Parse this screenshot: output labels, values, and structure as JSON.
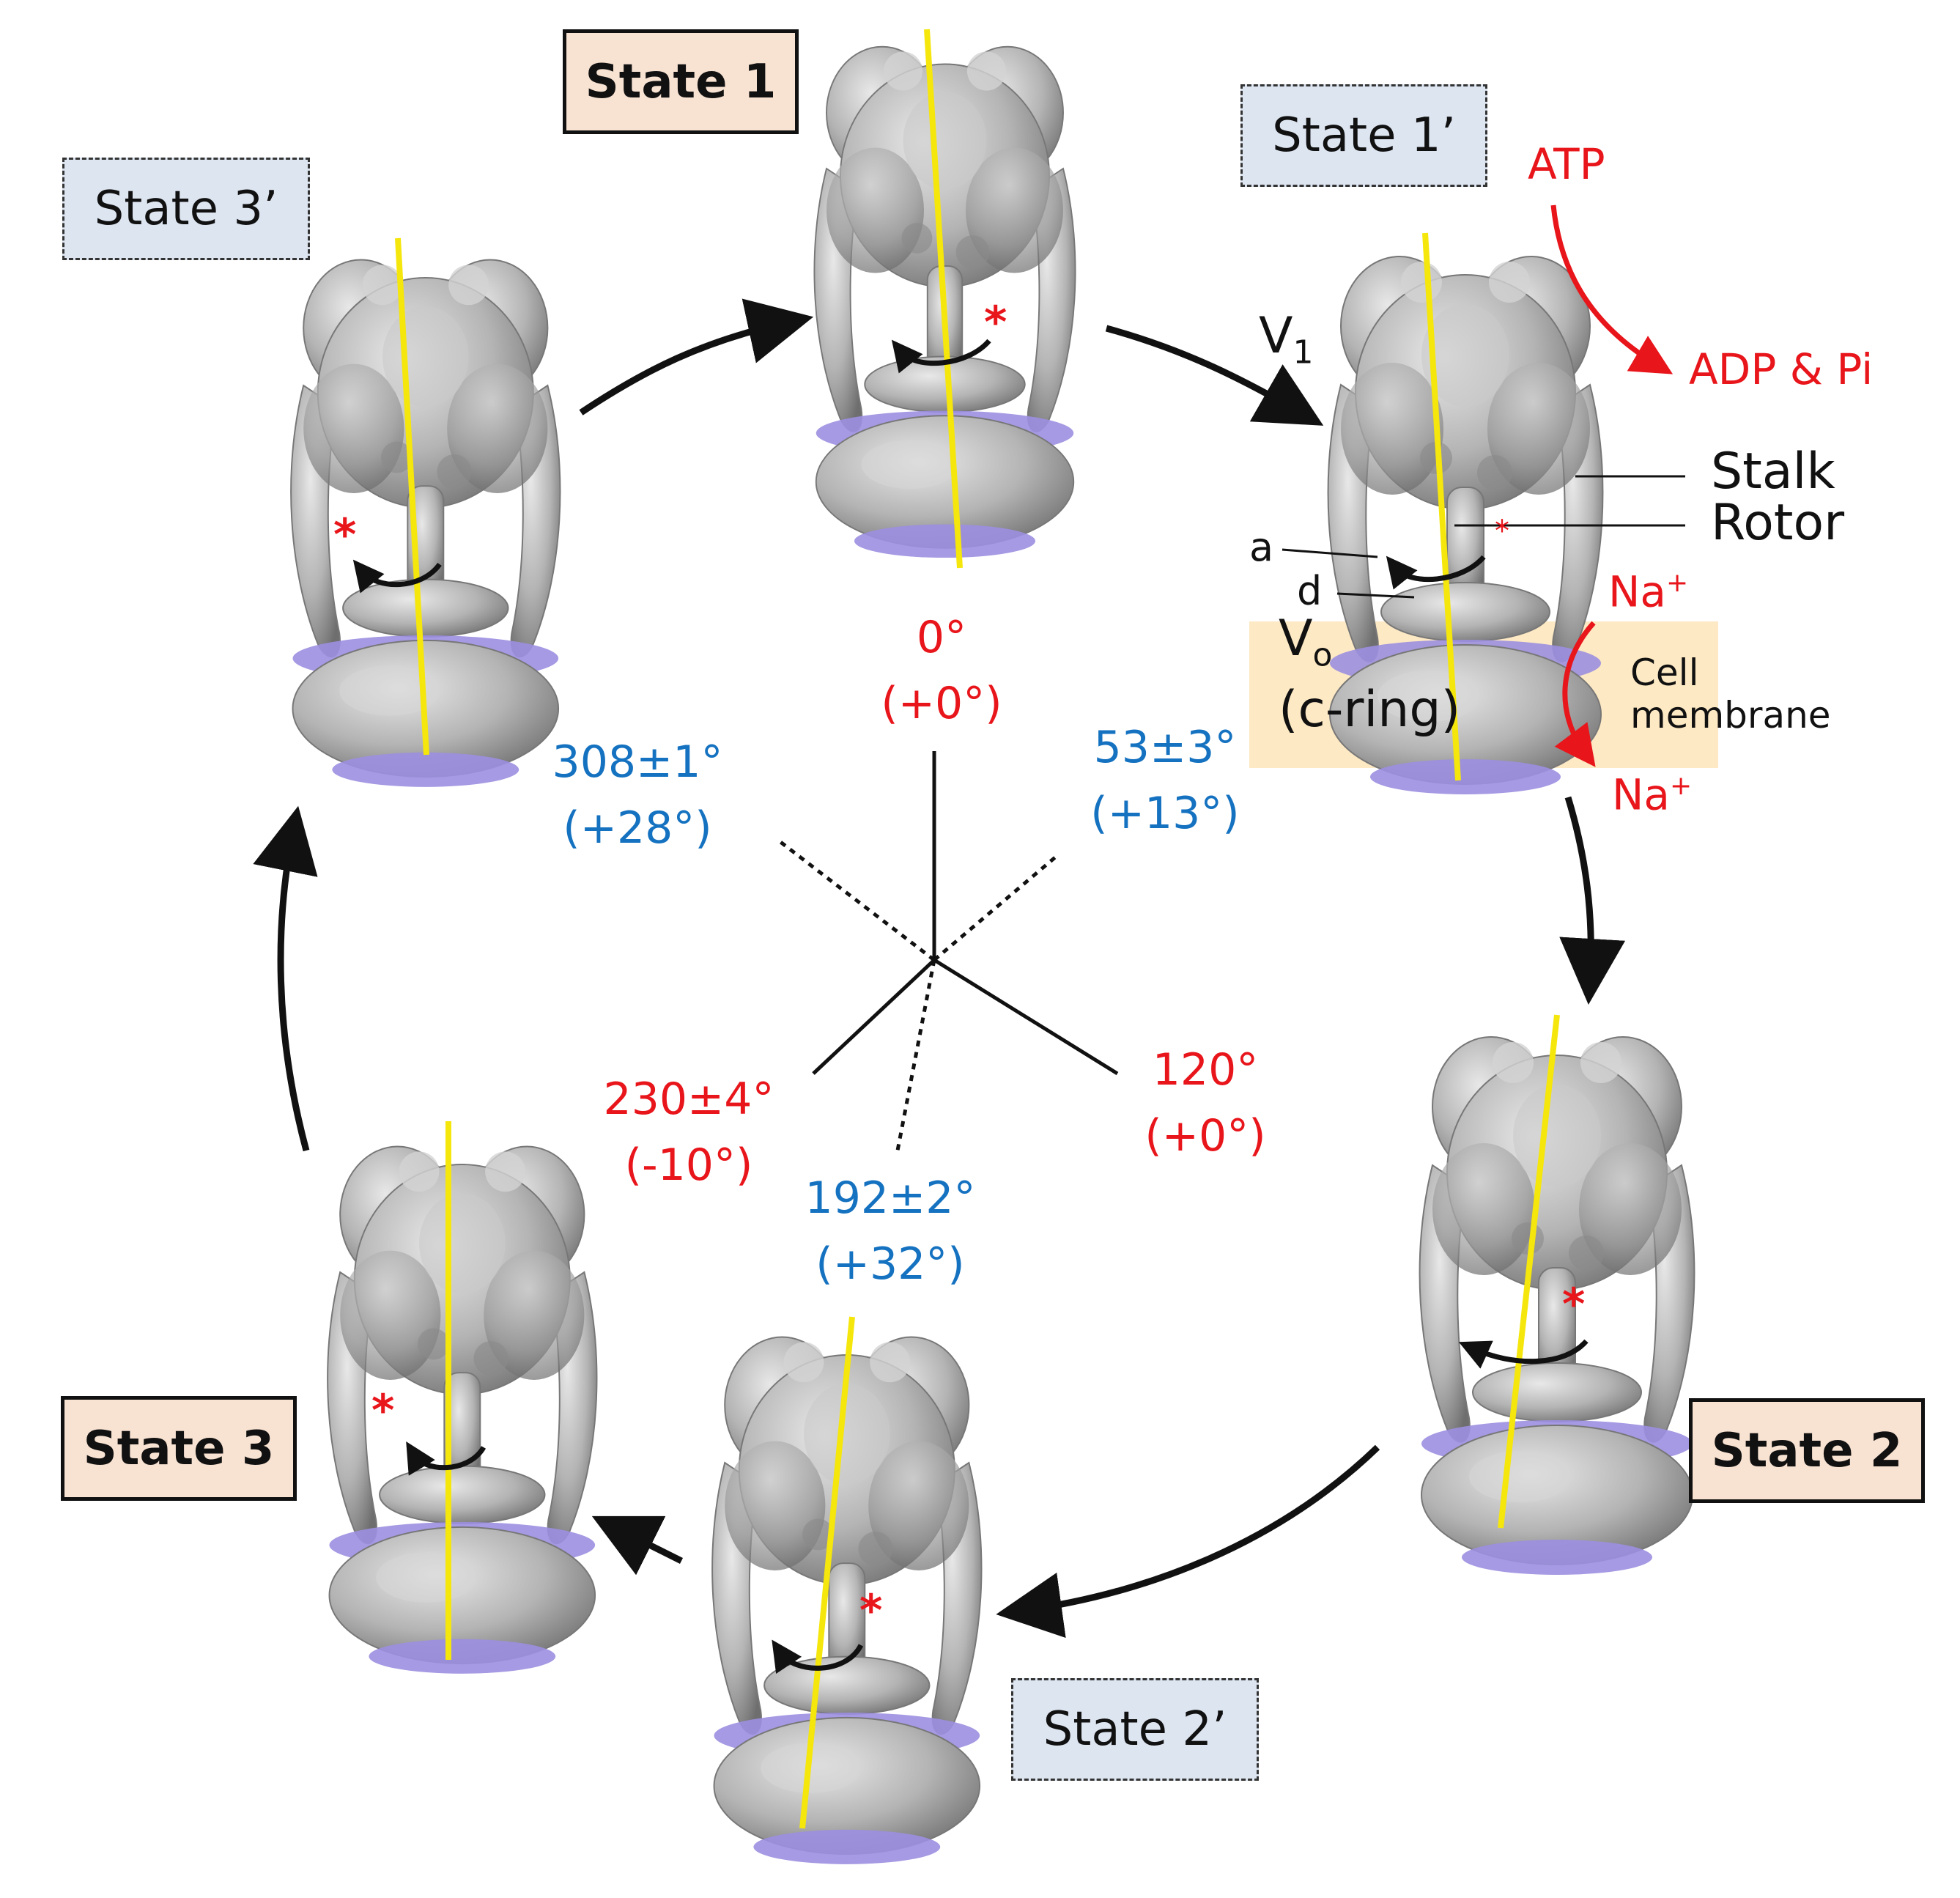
{
  "states": [
    {
      "id": "state1",
      "label": "State 1",
      "style": "solid"
    },
    {
      "id": "state1p",
      "label": "State 1’",
      "style": "dashed"
    },
    {
      "id": "state2",
      "label": "State 2",
      "style": "solid"
    },
    {
      "id": "state2p",
      "label": "State 2’",
      "style": "dashed"
    },
    {
      "id": "state3",
      "label": "State 3",
      "style": "solid"
    },
    {
      "id": "state3p",
      "label": "State 3’",
      "style": "dashed"
    }
  ],
  "angles": [
    {
      "value": "0°",
      "delta": "(+0°)",
      "color": "red"
    },
    {
      "value": "53±3°",
      "delta": "(+13°)",
      "color": "blue"
    },
    {
      "value": "120°",
      "delta": "(+0°)",
      "color": "red"
    },
    {
      "value": "192±2°",
      "delta": "(+32°)",
      "color": "blue"
    },
    {
      "value": "230±4°",
      "delta": "(-10°)",
      "color": "red"
    },
    {
      "value": "308±1°",
      "delta": "(+28°)",
      "color": "blue"
    }
  ],
  "annotations": {
    "atp": "ATP",
    "adp_pi": "ADP & Pi",
    "v1": "V",
    "v1_sub": "1",
    "stalk": "Stalk",
    "rotor": "Rotor",
    "a": "a",
    "d": "d",
    "vo": "V",
    "vo_sub": "o",
    "c_ring": "(c-ring)",
    "na_in": "Na",
    "na_out": "Na",
    "na_sup": "+",
    "cell_membrane_1": "Cell",
    "cell_membrane_2": "membrane",
    "asterisk": "*"
  },
  "colors": {
    "red": "#e8151b",
    "blue": "#1572c0",
    "axis": "#f5e60c",
    "protein": "#a9a9a9",
    "c_ring_band": "#9b8fe0",
    "membrane": "#fde9c4",
    "solid_box": "#f8e2d2",
    "dashed_box": "#dde5f1"
  }
}
